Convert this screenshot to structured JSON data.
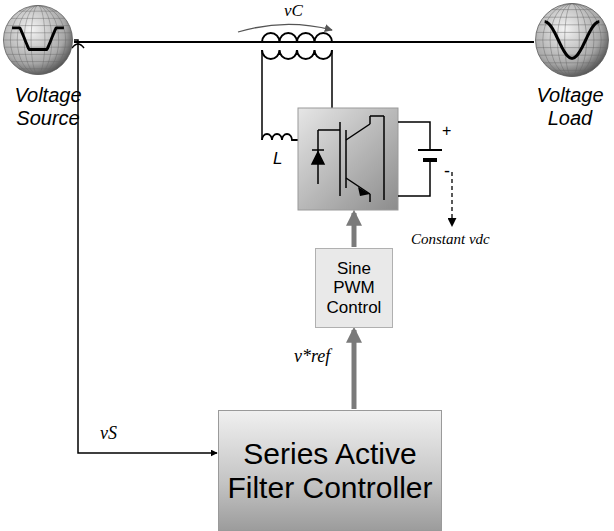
{
  "diagram": {
    "nodes": [
      {
        "text": [
          "Voltage Source"
        ]
      },
      {
        "text": [
          "Voltage Load"
        ]
      },
      {
        "text": [
          "Sine PWM Control"
        ]
      },
      {
        "text": [
          "Series Active Filter Controller"
        ]
      }
    ],
    "edges": [
      {
        "from": 0,
        "to": 1,
        "arrow": "none"
      },
      {
        "from": 0,
        "to": 3,
        "arrow": "to",
        "label": "vS"
      },
      {
        "from": 3,
        "to": 2,
        "arrow": "to",
        "label": "v*ref"
      }
    ],
    "labels": [
      "vC",
      "L",
      "+",
      "-",
      "Constant vdc"
    ]
  }
}
